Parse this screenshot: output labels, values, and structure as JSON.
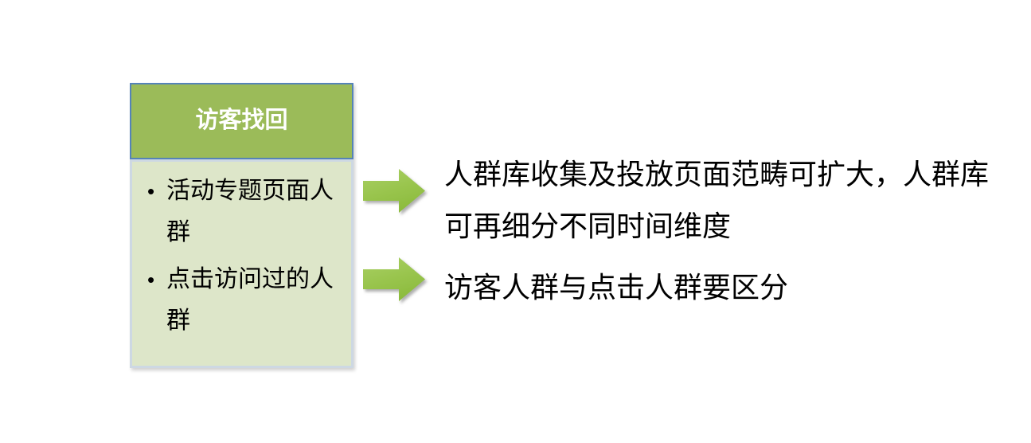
{
  "card": {
    "title": "访客找回",
    "bullet_glyph": "•",
    "items": [
      {
        "text": "活动专题页面人群"
      },
      {
        "text": "点击访问过的人群"
      }
    ]
  },
  "notes": [
    {
      "text": "人群库收集及投放页面范畴可扩大，人群库可再细分不同时间维度"
    },
    {
      "text": "访客人群与点击人群要区分"
    }
  ],
  "colors": {
    "header_fill": "#9BBB59",
    "header_border": "#5583B8",
    "body_fill": "#DDE6C9",
    "body_border": "#CDD8E3",
    "arrow_fill": "#96C24A",
    "arrow_fill_light": "#A9D063",
    "title_text": "#FFFFFF",
    "body_text": "#000000"
  }
}
